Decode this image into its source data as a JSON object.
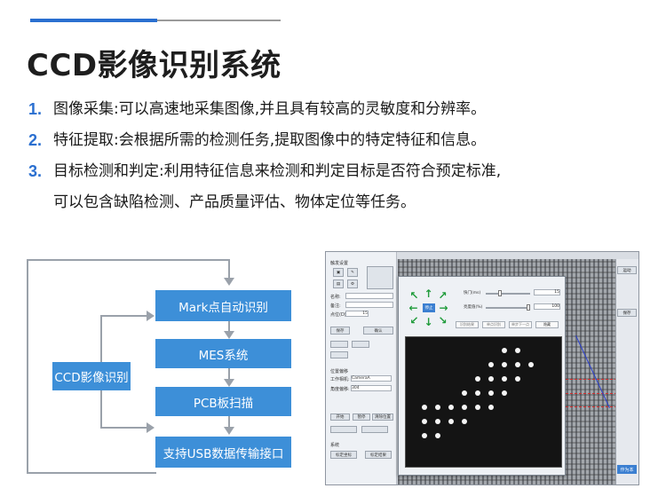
{
  "title": "CCD影像识别系统",
  "features": [
    {
      "num": "1.",
      "text": "图像采集:可以高速地采集图像,并且具有较高的灵敏度和分辨率。"
    },
    {
      "num": "2.",
      "text": "特征提取:会根据所需的检测任务,提取图像中的特定特征和信息。"
    },
    {
      "num": "3.",
      "text": "目标检测和判定:利用特征信息来检测和判定目标是否符合预定标准,",
      "continuation": "可以包含缺陷检测、产品质量评估、物体定位等任务。"
    }
  ],
  "diagram": {
    "source": "CCD影像识别",
    "steps": [
      "Mark点自动识别",
      "MES系统",
      "PCB板扫描",
      "支持USB数据传输接口"
    ],
    "colors": {
      "box": "#3d8fd8",
      "connector": "#9aa1aa"
    }
  },
  "screenshot": {
    "panel": {
      "group_title": "触发设置",
      "name_label": "名称:",
      "remark_label": "备注:",
      "distance_label": "点位(D)",
      "distance_value": "15",
      "save_label": "保存",
      "section_label": "位置偏移",
      "confirm_label": "确认",
      "camera_label": "工作相机:",
      "camera_value": "CameraA",
      "angle_label": "角度偏移:",
      "angle_value": "304",
      "btn_start": "开始",
      "btn_stop": "暂停",
      "btn_reset": "清除位置",
      "section2_label": "系统",
      "btn_bottom1": "标定坐标",
      "btn_bottom2": "标定结果"
    },
    "dialog": {
      "stop_label": "停止",
      "exposure_label": "快门(ms)",
      "exposure_value": "15",
      "brightness_label": "亮度值(%)",
      "brightness_value": "100",
      "btn1": "识别结果",
      "btn2": "单点识别",
      "btn3": "单步下一点",
      "btn4": "隐藏"
    },
    "right_buttons": [
      "运动",
      "保存",
      "作为本"
    ]
  }
}
